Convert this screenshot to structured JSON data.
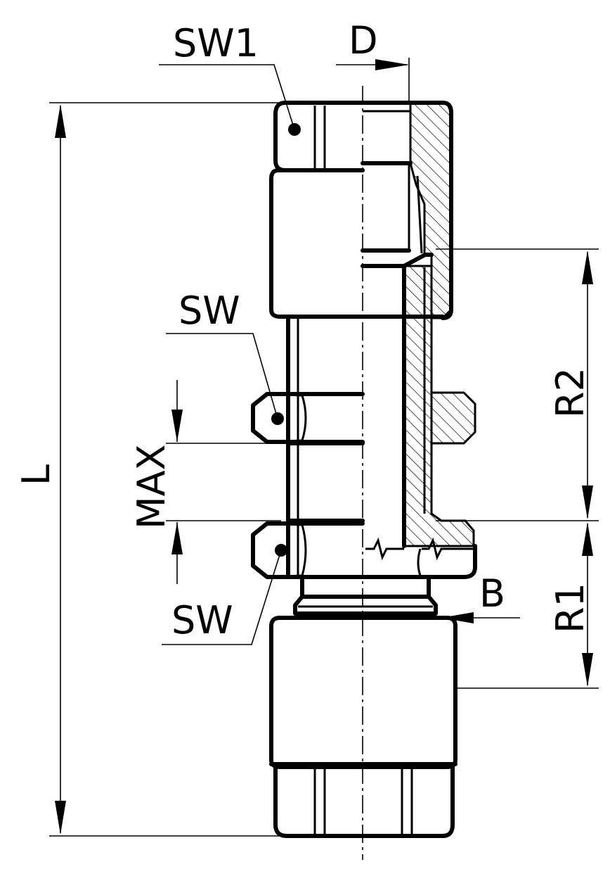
{
  "labels": {
    "sw1": "SW1",
    "d": "D",
    "sw_upper": "SW",
    "sw_lower": "SW",
    "max": "MAX",
    "l": "L",
    "r2": "R2",
    "r1": "R1",
    "b": "B"
  }
}
